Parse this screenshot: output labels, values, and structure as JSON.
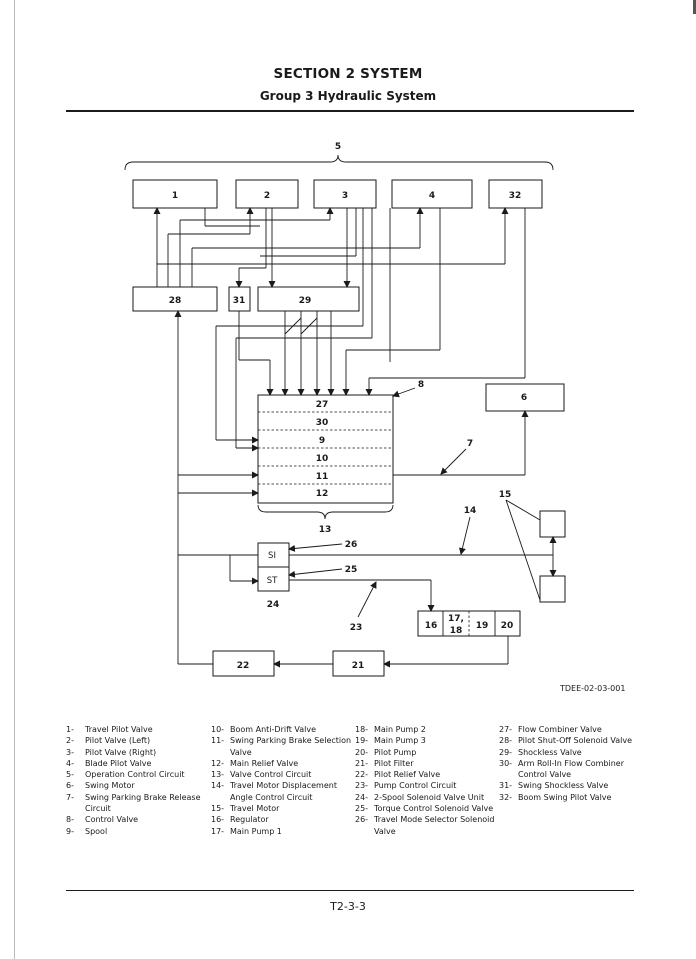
{
  "header": {
    "section": "SECTION 2 SYSTEM",
    "group": "Group 3 Hydraulic System"
  },
  "diagram": {
    "id": "TDEE-02-03-001",
    "top_boxes": [
      "1",
      "2",
      "3",
      "4",
      "32"
    ],
    "mid_boxes": [
      "28",
      "31",
      "29"
    ],
    "valve_sections": [
      "27",
      "30",
      "9",
      "10",
      "11",
      "12"
    ],
    "solenoid_ports": [
      "SI",
      "ST"
    ],
    "pump_cells": [
      "16",
      "17, 18",
      "19",
      "20"
    ],
    "pump_cell_1718_lines": [
      "17,",
      "18"
    ],
    "bottom_boxes": [
      "22",
      "21"
    ],
    "side_box": "6",
    "callouts": [
      "5",
      "8",
      "7",
      "13",
      "14",
      "15",
      "23",
      "24",
      "25",
      "26"
    ]
  },
  "legend": {
    "col1": [
      {
        "n": "1-",
        "t": [
          "Travel Pilot Valve"
        ]
      },
      {
        "n": "2-",
        "t": [
          "Pilot Valve (Left)"
        ]
      },
      {
        "n": "3-",
        "t": [
          "Pilot Valve (Right)"
        ]
      },
      {
        "n": "4-",
        "t": [
          "Blade Pilot Valve"
        ]
      },
      {
        "n": "5-",
        "t": [
          "Operation Control Circuit"
        ]
      },
      {
        "n": "6-",
        "t": [
          "Swing Motor"
        ]
      },
      {
        "n": "7-",
        "t": [
          "Swing Parking Brake Release",
          "Circuit"
        ]
      },
      {
        "n": "8-",
        "t": [
          "Control Valve"
        ]
      },
      {
        "n": "9-",
        "t": [
          "Spool"
        ]
      }
    ],
    "col2": [
      {
        "n": "10-",
        "t": [
          "Boom Anti-Drift Valve"
        ]
      },
      {
        "n": "11-",
        "t": [
          "Swing Parking Brake Selection",
          "Valve"
        ]
      },
      {
        "n": "12-",
        "t": [
          "Main Relief Valve"
        ]
      },
      {
        "n": "13-",
        "t": [
          "Valve Control Circuit"
        ]
      },
      {
        "n": "14-",
        "t": [
          "Travel Motor Displacement",
          "Angle Control Circuit"
        ]
      },
      {
        "n": "15-",
        "t": [
          "Travel Motor"
        ]
      },
      {
        "n": "16-",
        "t": [
          "Regulator"
        ]
      },
      {
        "n": "17-",
        "t": [
          "Main Pump 1"
        ]
      }
    ],
    "col3": [
      {
        "n": "18-",
        "t": [
          "Main Pump 2"
        ]
      },
      {
        "n": "19-",
        "t": [
          "Main Pump 3"
        ]
      },
      {
        "n": "20-",
        "t": [
          "Pilot Pump"
        ]
      },
      {
        "n": "21-",
        "t": [
          "Pilot Filter"
        ]
      },
      {
        "n": "22-",
        "t": [
          "Pilot Relief Valve"
        ]
      },
      {
        "n": "23-",
        "t": [
          "Pump Control Circuit"
        ]
      },
      {
        "n": "24-",
        "t": [
          "2-Spool Solenoid Valve Unit"
        ]
      },
      {
        "n": "25-",
        "t": [
          "Torque Control Solenoid Valve"
        ]
      },
      {
        "n": "26-",
        "t": [
          "Travel Mode Selector Solenoid",
          "Valve"
        ]
      }
    ],
    "col4": [
      {
        "n": "27-",
        "t": [
          "Flow Combiner Valve"
        ]
      },
      {
        "n": "28-",
        "t": [
          "Pilot Shut-Off Solenoid Valve"
        ]
      },
      {
        "n": "29-",
        "t": [
          "Shockless Valve"
        ]
      },
      {
        "n": "30-",
        "t": [
          "Arm Roll-In Flow Combiner",
          "Control Valve"
        ]
      },
      {
        "n": "31-",
        "t": [
          "Swing Shockless Valve"
        ]
      },
      {
        "n": "32-",
        "t": [
          "Boom Swing Pilot Valve"
        ]
      }
    ]
  },
  "footer": {
    "page": "T2-3-3"
  }
}
